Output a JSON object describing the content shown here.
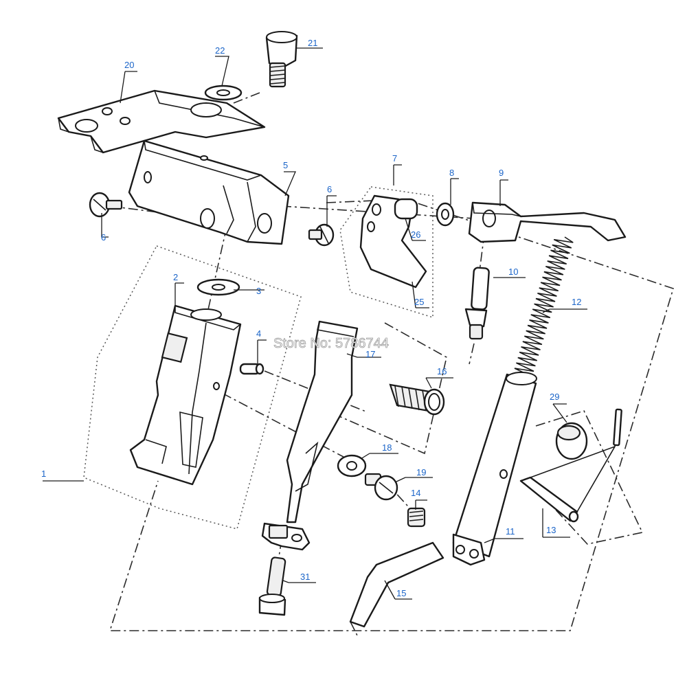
{
  "watermark": "Store No: 5786744",
  "labels": {
    "p1": "1",
    "p2": "2",
    "p3": "3",
    "p4": "4",
    "p5": "5",
    "p6a": "6",
    "p6b": "6",
    "p7": "7",
    "p8": "8",
    "p9": "9",
    "p10": "10",
    "p11": "11",
    "p12": "12",
    "p13": "13",
    "p14": "14",
    "p15": "15",
    "p16": "16",
    "p17": "17",
    "p18": "18",
    "p19": "19",
    "p20": "20",
    "p21": "21",
    "p22": "22",
    "p25": "25",
    "p26": "26",
    "p29": "29",
    "p31": "31"
  }
}
